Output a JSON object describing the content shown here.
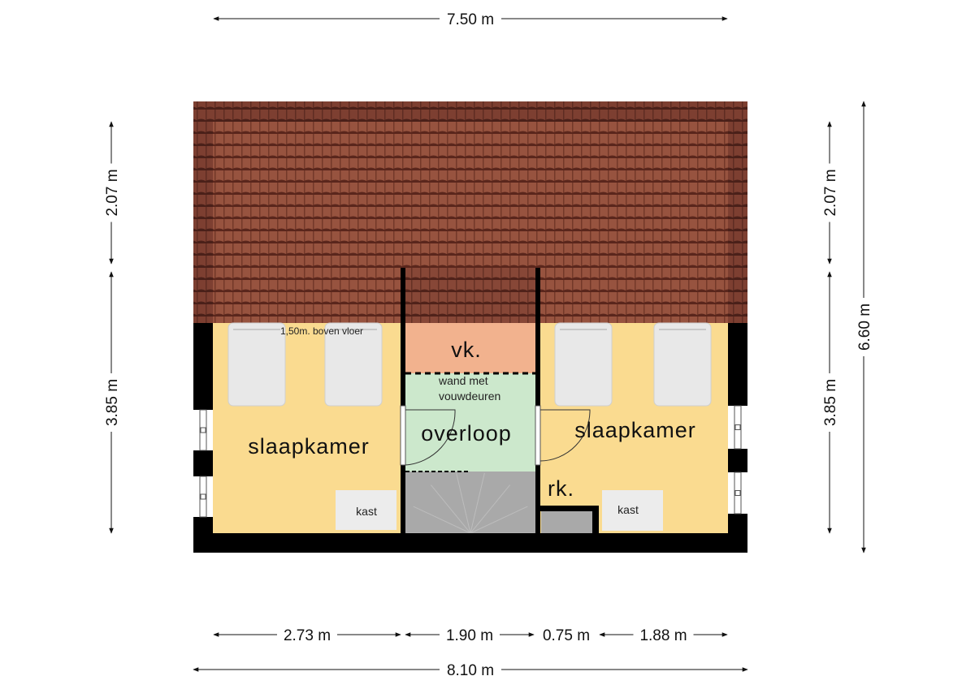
{
  "colors": {
    "bedroom": "#fadb90",
    "vk": "#f2b28e",
    "overloop": "#cce8cc",
    "stairs": "#a9a9a9",
    "kast": "#ececec",
    "wall": "#000000"
  },
  "rooms": {
    "left_bedroom": "slaapkamer",
    "right_bedroom": "slaapkamer",
    "vk": "vk.",
    "overloop": "overloop",
    "rk": "rk.",
    "kast_left": "kast",
    "kast_right": "kast"
  },
  "notes": {
    "folding_wall_line1": "wand met",
    "folding_wall_line2": "vouwdeuren",
    "height_note": "1,50m. boven vloer"
  },
  "dimensions": {
    "top": "7.50 m",
    "left_upper": "2.07 m",
    "left_lower": "3.85 m",
    "right_upper": "2.07 m",
    "right_lower": "3.85 m",
    "right_total": "6.60 m",
    "bottom_1": "2.73 m",
    "bottom_2": "1.90 m",
    "bottom_3": "0.75 m",
    "bottom_4": "1.88 m",
    "bottom_total": "8.10 m"
  }
}
